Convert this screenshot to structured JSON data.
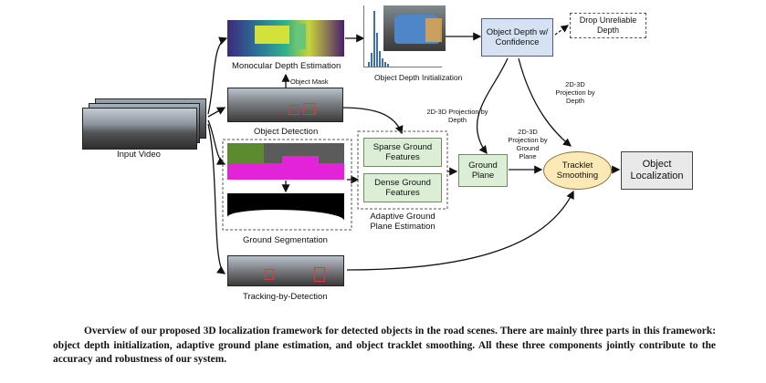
{
  "nodes": {
    "input_video": "Input Video",
    "monocular_depth": "Monocular Depth Estimation",
    "object_mask": "Object Mask",
    "object_detection": "Object Detection",
    "ground_segmentation": "Ground Segmentation",
    "tracking": "Tracking-by-Detection",
    "object_depth_init": "Object Depth Initialization",
    "object_depth_conf": "Object Depth w/ Confidence",
    "drop_unreliable": "Drop Unreliable Depth",
    "sparse_ground": "Sparse Ground Features",
    "dense_ground": "Dense Ground Features",
    "adaptive_ground": "Adaptive Ground Plane Estimation",
    "ground_plane": "Ground Plane",
    "tracklet_smoothing": "Tracklet Smoothing",
    "object_localization": "Object Localization"
  },
  "edge_labels": {
    "proj_by_depth_left": "2D-3D Projection by Depth",
    "proj_by_depth_right": "2D-3D Projection by Depth",
    "proj_by_ground_plane": "2D-3D Projection by Ground Plane"
  },
  "caption": "Overview of our proposed 3D localization framework for detected objects in the road scenes. There are mainly three parts in this framework: object depth initialization, adaptive ground plane estimation, and object tracklet smoothing. All these three components jointly contribute to the accuracy and robustness of our system."
}
